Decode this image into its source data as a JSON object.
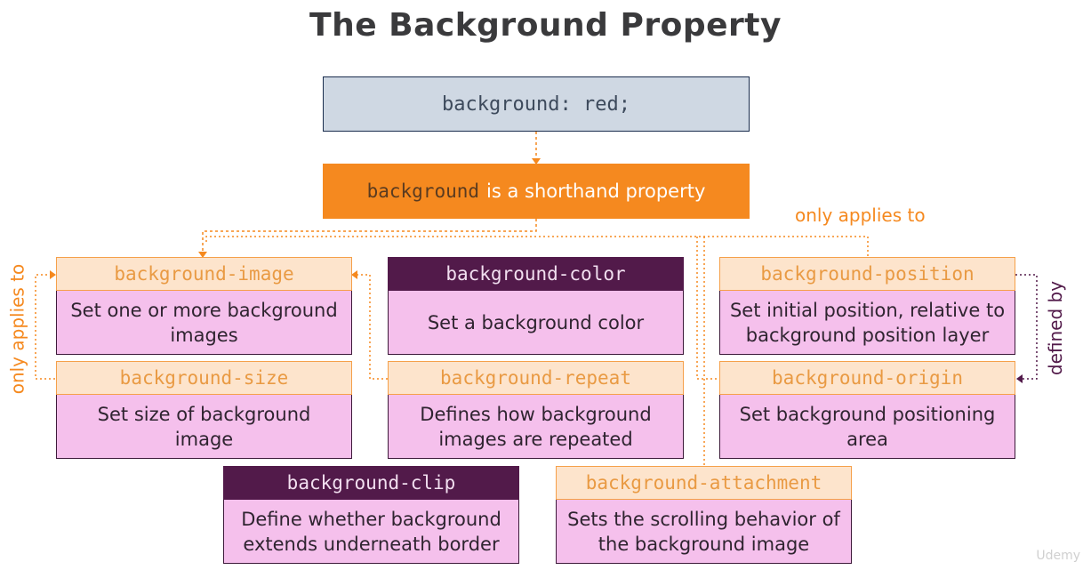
{
  "title": "The Background Property",
  "top_code": "background: red;",
  "shorthand": {
    "keyword": "background",
    "text": "is a shorthand property"
  },
  "labels": {
    "only_applies_to_top": "only applies to",
    "only_applies_to_left": "only applies to",
    "defined_by": "defined by"
  },
  "cards": {
    "image": {
      "header": "background-image",
      "body": "Set one or more background images"
    },
    "color": {
      "header": "background-color",
      "body": "Set a background color"
    },
    "position": {
      "header": "background-position",
      "body": "Set initial position, relative to background position layer"
    },
    "size": {
      "header": "background-size",
      "body": "Set size of background image"
    },
    "repeat": {
      "header": "background-repeat",
      "body": "Defines how background images are repeated"
    },
    "origin": {
      "header": "background-origin",
      "body": "Set background positioning area"
    },
    "clip": {
      "header": "background-clip",
      "body": "Define whether background extends underneath border"
    },
    "attachment": {
      "header": "background-attachment",
      "body": "Sets the scrolling behavior of the background image"
    }
  },
  "watermark": "Udemy",
  "colors": {
    "orange": "#f5891f",
    "dark_purple": "#521a4a",
    "pink": "#f5c0ec",
    "peach": "#fde4cc",
    "slate": "#cfd8e3"
  }
}
